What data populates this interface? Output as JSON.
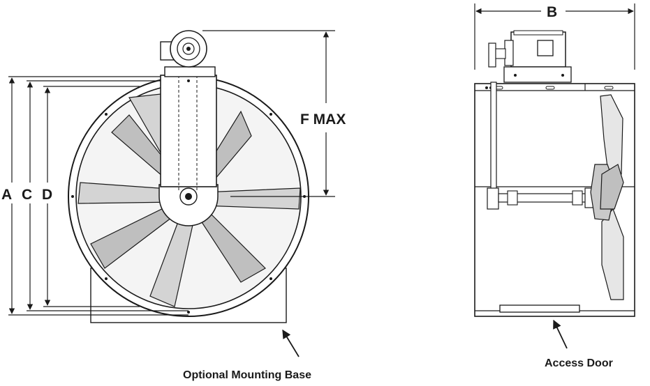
{
  "front_view": {
    "label_f_max": "F MAX",
    "label_a": "A",
    "label_c": "C",
    "label_d": "D",
    "callout_base": "Optional Mounting Base"
  },
  "side_view": {
    "label_b": "B",
    "callout_door": "Access Door"
  }
}
